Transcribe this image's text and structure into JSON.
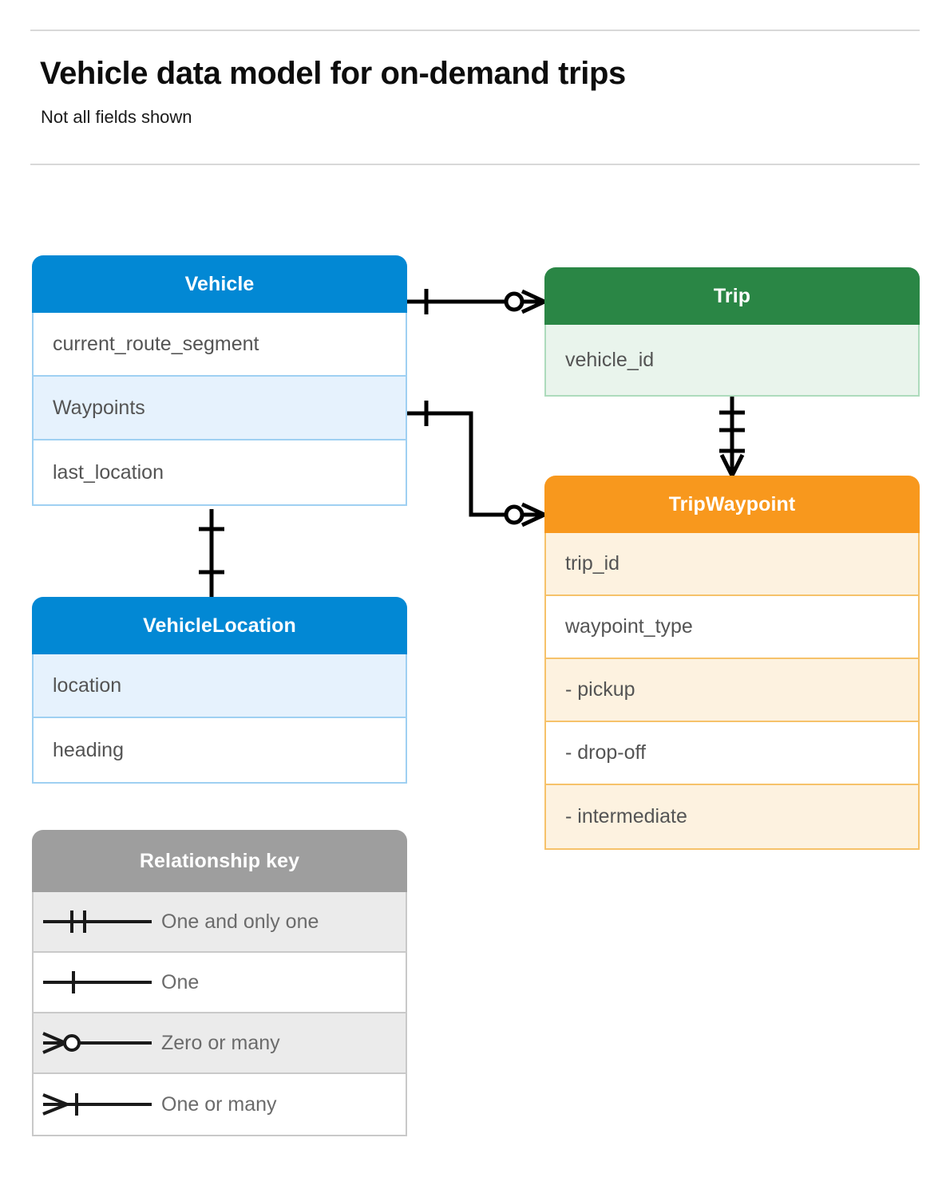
{
  "header": {
    "title": "Vehicle data model for on-demand trips",
    "subtitle": "Not all fields shown"
  },
  "diagram": {
    "type": "entity-relationship-diagram",
    "entities": [
      {
        "id": "vehicle",
        "name": "Vehicle",
        "color": "#0288d4",
        "fields": [
          {
            "label": "current_route_segment",
            "highlighted": false
          },
          {
            "label": "Waypoints",
            "highlighted": true
          },
          {
            "label": "last_location",
            "highlighted": false
          }
        ]
      },
      {
        "id": "trip",
        "name": "Trip",
        "color": "#2a8645",
        "fields": [
          {
            "label": "vehicle_id",
            "highlighted": true
          }
        ]
      },
      {
        "id": "tripwaypoint",
        "name": "TripWaypoint",
        "color": "#f8981d",
        "fields": [
          {
            "label": "trip_id",
            "highlighted": true
          },
          {
            "label": "waypoint_type",
            "highlighted": false
          },
          {
            "label": "-  pickup",
            "highlighted": true
          },
          {
            "label": "-  drop-off",
            "highlighted": false
          },
          {
            "label": "-  intermediate",
            "highlighted": true
          }
        ]
      },
      {
        "id": "vehiclelocation",
        "name": "VehicleLocation",
        "color": "#0288d4",
        "fields": [
          {
            "label": "location",
            "highlighted": true
          },
          {
            "label": "heading",
            "highlighted": false
          }
        ]
      }
    ],
    "relationships": [
      {
        "from": "Vehicle",
        "to": "Trip",
        "from_cardinality": "One",
        "to_cardinality": "Zero or many"
      },
      {
        "from": "Vehicle.Waypoints",
        "to": "TripWaypoint",
        "from_cardinality": "One",
        "to_cardinality": "Zero or many"
      },
      {
        "from": "Trip",
        "to": "TripWaypoint",
        "from_cardinality": "One and only one",
        "to_cardinality": "One or many"
      },
      {
        "from": "Vehicle",
        "to": "VehicleLocation",
        "from_cardinality": "One",
        "to_cardinality": "One"
      }
    ]
  },
  "legend": {
    "title": "Relationship key",
    "rows": [
      {
        "symbol": "one-and-only-one-symbol",
        "label": "One and only one",
        "highlighted": true
      },
      {
        "symbol": "one-symbol",
        "label": "One",
        "highlighted": false
      },
      {
        "symbol": "zero-or-many-symbol",
        "label": "Zero or many",
        "highlighted": true
      },
      {
        "symbol": "one-or-many-symbol",
        "label": "One or many",
        "highlighted": false
      }
    ]
  }
}
